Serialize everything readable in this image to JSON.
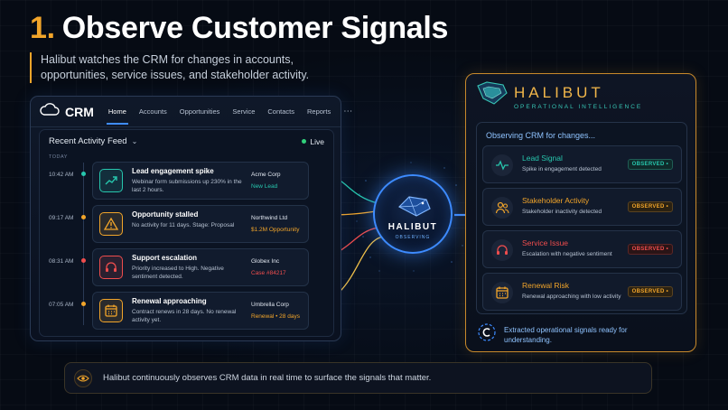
{
  "headline": {
    "number": "1.",
    "text": "Observe Customer Signals"
  },
  "subtitle": "Halibut watches the CRM for changes in accounts, opportunities, service issues, and stakeholder activity.",
  "crm": {
    "logo": "CRM",
    "nav": [
      "Home",
      "Accounts",
      "Opportunities",
      "Service",
      "Contacts",
      "Reports"
    ],
    "more": "⋯",
    "feed_title": "Recent Activity Feed",
    "feed_chevron": "⌄",
    "live_label": "Live",
    "today_label": "TODAY",
    "items": [
      {
        "time": "10:42 AM",
        "title": "Lead engagement spike",
        "desc": "Webinar form submissions up 230% in the last 2 hours.",
        "company": "Acme Corp",
        "tag": "New Lead",
        "color": "#27c6ad",
        "icon": "trend-up-icon"
      },
      {
        "time": "09:17 AM",
        "title": "Opportunity stalled",
        "desc": "No activity for 11 days. Stage: Proposal",
        "company": "Northwind Ltd",
        "tag": "$1.2M Opportunity",
        "color": "#f2a52a",
        "icon": "warning-icon"
      },
      {
        "time": "08:31 AM",
        "title": "Support escalation",
        "desc": "Priority increased to High. Negative sentiment detected.",
        "company": "Globex Inc",
        "tag": "Case #84217",
        "color": "#ef4d4d",
        "icon": "headset-icon"
      },
      {
        "time": "07:05 AM",
        "title": "Renewal approaching",
        "desc": "Contract renews in 28 days. No renewal activity yet.",
        "company": "Umbrella Corp",
        "tag": "Renewal • 28 days",
        "color": "#f2a52a",
        "icon": "calendar-icon"
      }
    ]
  },
  "node": {
    "name": "HALIBUT",
    "status": "OBSERVING"
  },
  "panel": {
    "brand": "HALIBUT",
    "tagline": "OPERATIONAL INTELLIGENCE",
    "observing": "Observing CRM for changes...",
    "signals": [
      {
        "title": "Lead Signal",
        "desc": "Spike in engagement detected",
        "badge": "OBSERVED •",
        "color": "#27c6ad",
        "icon": "pulse-icon"
      },
      {
        "title": "Stakeholder Activity",
        "desc": "Stakeholder inactivity detected",
        "badge": "OBSERVED •",
        "color": "#f2a52a",
        "icon": "people-icon"
      },
      {
        "title": "Service Issue",
        "desc": "Escalation with negative sentiment",
        "badge": "OBSERVED •",
        "color": "#ef4d4d",
        "icon": "headset-icon"
      },
      {
        "title": "Renewal Risk",
        "desc": "Renewal approaching with low activity",
        "badge": "OBSERVED •",
        "color": "#f2a52a",
        "icon": "calendar-icon"
      }
    ],
    "extract": "Extracted operational signals ready for understanding."
  },
  "footer": "Halibut continuously observes CRM data in real time to surface the signals that matter.",
  "colors": {
    "accent": "#f2a52a",
    "blue": "#3d8bff",
    "teal": "#27c6ad",
    "red": "#ef4d4d"
  }
}
